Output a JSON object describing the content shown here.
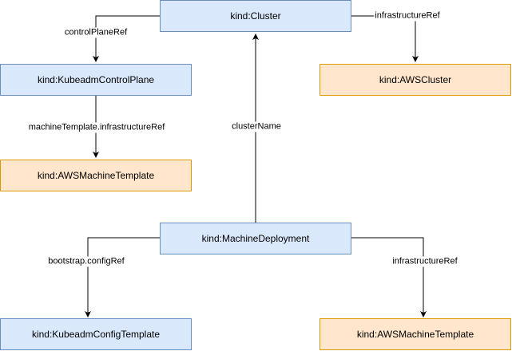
{
  "nodes": {
    "cluster": "kind:Cluster",
    "kubeadm_control_plane": "kind:KubeadmControlPlane",
    "aws_cluster": "kind:AWSCluster",
    "aws_machine_template_top": "kind:AWSMachineTemplate",
    "machine_deployment": "kind:MachineDeployment",
    "kubeadm_config_template": "kind:KubeadmConfigTemplate",
    "aws_machine_template_bottom": "kind:AWSMachineTemplate"
  },
  "edges": {
    "control_plane_ref": "controlPlaneRef",
    "infrastructure_ref_cluster": "infrastructureRef",
    "machine_template_infrastructure_ref": "machineTemplate.infrastructureRef",
    "cluster_name": "clusterName",
    "bootstrap_config_ref": "bootstrap.configRef",
    "infrastructure_ref_machine": "infrastructureRef"
  },
  "colors": {
    "blue_fill": "#dae8fc",
    "blue_stroke": "#6c8ebf",
    "orange_fill": "#ffe6cc",
    "orange_stroke": "#d79b00",
    "edge": "#000000"
  }
}
